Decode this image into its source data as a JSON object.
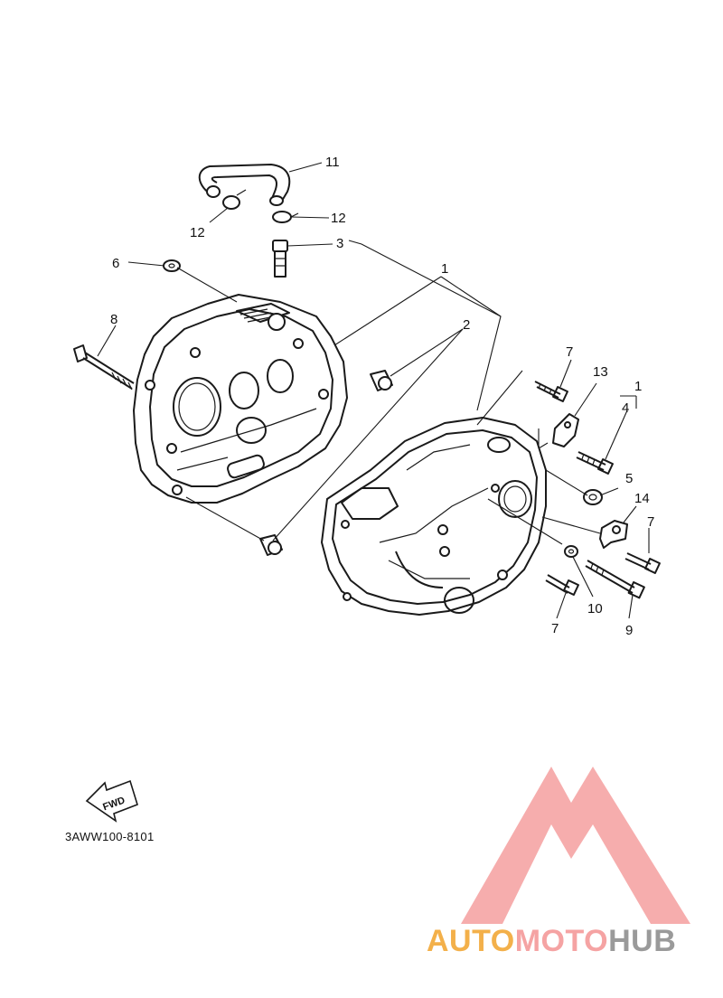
{
  "callouts": [
    {
      "id": "c1a",
      "text": "1"
    },
    {
      "id": "c2",
      "text": "2"
    },
    {
      "id": "c3",
      "text": "3"
    },
    {
      "id": "c6",
      "text": "6"
    },
    {
      "id": "c8",
      "text": "8"
    },
    {
      "id": "c11",
      "text": "11"
    },
    {
      "id": "c12a",
      "text": "12"
    },
    {
      "id": "c12b",
      "text": "12"
    },
    {
      "id": "c7a",
      "text": "7"
    },
    {
      "id": "c13",
      "text": "13"
    },
    {
      "id": "c1b",
      "text": "1"
    },
    {
      "id": "c4",
      "text": "4"
    },
    {
      "id": "c5",
      "text": "5"
    },
    {
      "id": "c14",
      "text": "14"
    },
    {
      "id": "c7b",
      "text": "7"
    },
    {
      "id": "c10",
      "text": "10"
    },
    {
      "id": "c9",
      "text": "9"
    },
    {
      "id": "c7c",
      "text": "7"
    }
  ],
  "fwd_label": "FWD",
  "diagram_code": "3AWW100-8101",
  "watermark": {
    "part1": "AUTO",
    "part2": "MOTO",
    "part3": "HUB",
    "colors": {
      "auto": "#f3b04a",
      "moto": "#f5a3a3",
      "hub": "#9a9a9a",
      "logo": "#f5a3a3"
    }
  }
}
